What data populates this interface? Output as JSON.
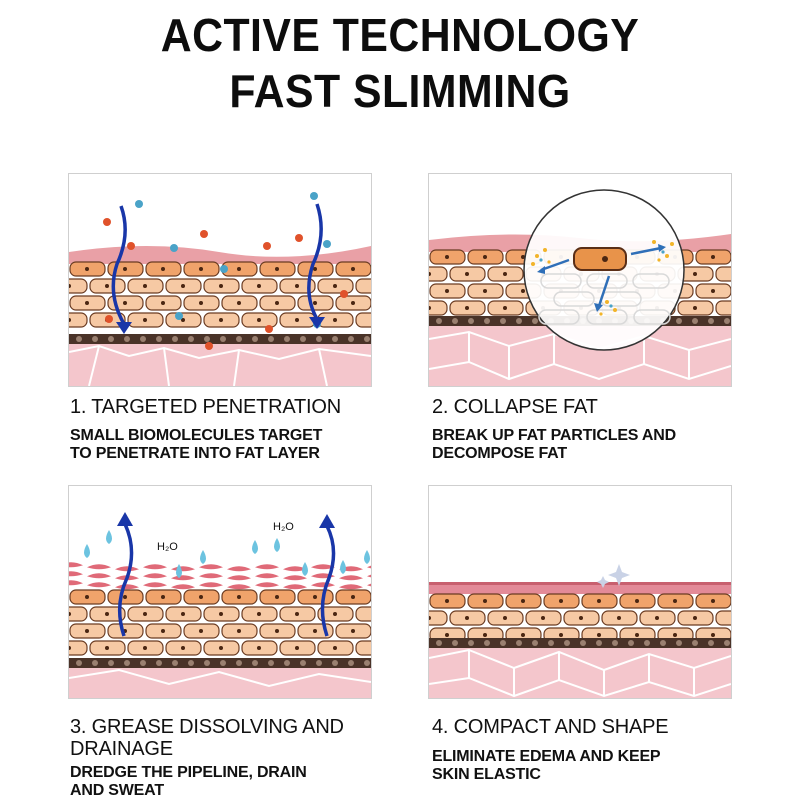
{
  "header": {
    "line1": "ACTIVE TECHNOLOGY",
    "line2": "FAST SLIMMING"
  },
  "steps": [
    {
      "title": "1. TARGETED PENETRATION",
      "desc": [
        "SMALL BIOMOLECULES TARGET",
        "TO PENETRATE INTO FAT LAYER"
      ]
    },
    {
      "title": "2. COLLAPSE FAT",
      "desc": [
        "BREAK UP FAT PARTICLES AND",
        "DECOMPOSE FAT"
      ]
    },
    {
      "title_lines": [
        "3. GREASE DISSOLVING AND",
        "DRAINAGE"
      ],
      "desc": [
        "DREDGE THE PIPELINE, DRAIN",
        "AND SWEAT"
      ],
      "labels": [
        "H₂O",
        "H₂O"
      ]
    },
    {
      "title": "4. COMPACT AND SHAPE",
      "desc": [
        "ELIMINATE EDEMA AND KEEP",
        "SKIN ELASTIC"
      ]
    }
  ],
  "colors": {
    "skin_top": "#e9a0a6",
    "fat_cell": "#f0a36b",
    "fat_cell_light": "#f6c9a4",
    "cell_outline": "#6a3b22",
    "dermis": "#f4c6cc",
    "dermis_line": "#ffffff",
    "arrow_blue": "#1936a8",
    "molecule_blue": "#4aa3c8",
    "molecule_red": "#e0522b",
    "water_blue": "#6cc3e0"
  },
  "icons": {
    "arrow": "penetration-arrow-icon",
    "droplet": "water-drop-icon",
    "sparkle": "sparkle-icon"
  }
}
